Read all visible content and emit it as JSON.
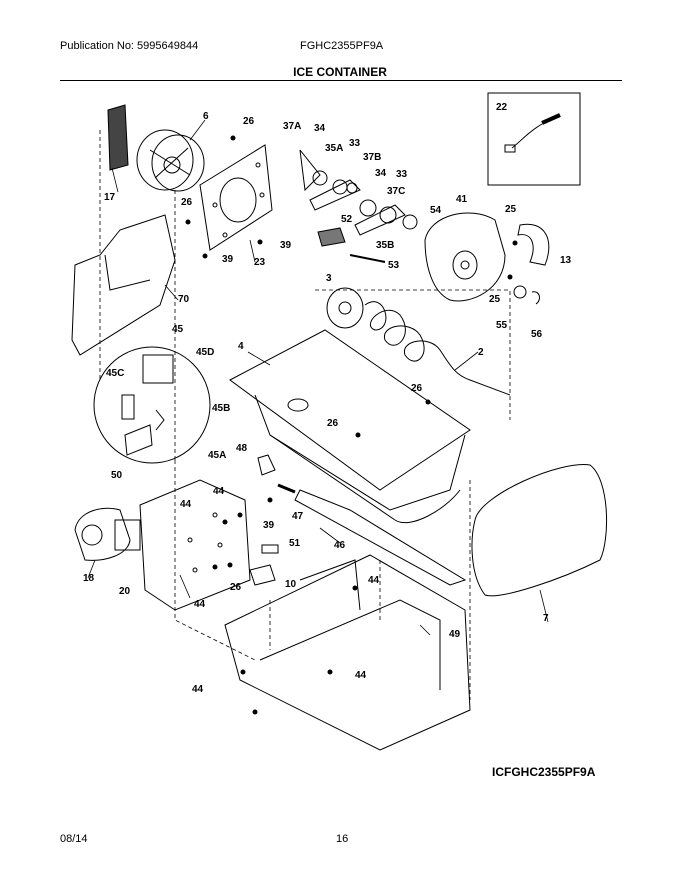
{
  "header": {
    "publication": "Publication No: 5995649844",
    "model": "FGHC2355PF9A",
    "title": "ICE CONTAINER"
  },
  "diagram": {
    "labels": [
      "22",
      "6",
      "26",
      "37A",
      "34",
      "33",
      "35A",
      "37B",
      "34",
      "33",
      "37C",
      "17",
      "26",
      "52",
      "54",
      "41",
      "25",
      "13",
      "39",
      "39",
      "23",
      "53",
      "35B",
      "3",
      "25",
      "55",
      "56",
      "70",
      "45",
      "45D",
      "4",
      "2",
      "45C",
      "45B",
      "26",
      "26",
      "45A",
      "50",
      "48",
      "44",
      "44",
      "47",
      "39",
      "46",
      "51",
      "18",
      "20",
      "44",
      "26",
      "10",
      "44",
      "7",
      "49",
      "44",
      "44"
    ],
    "code": "ICFGHC2355PF9A"
  },
  "footer": {
    "date": "08/14",
    "page": "16"
  }
}
